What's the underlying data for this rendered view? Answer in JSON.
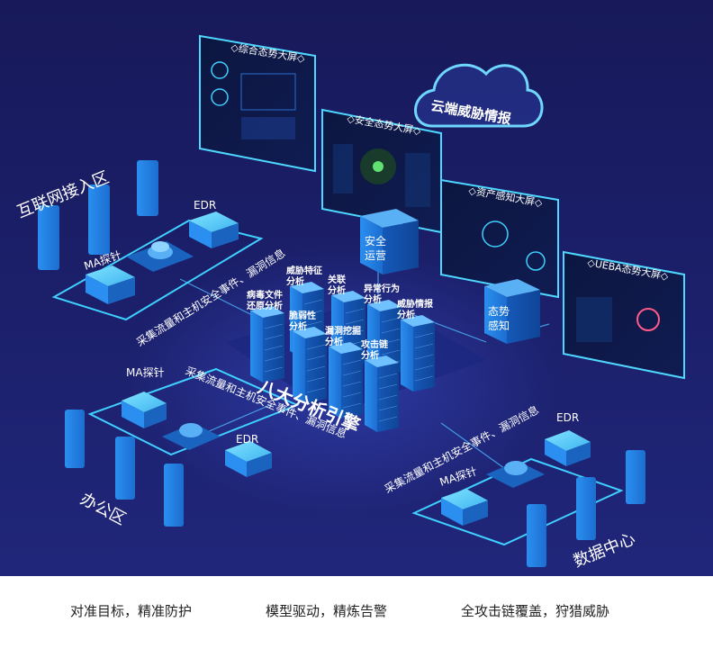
{
  "screens": {
    "comprehensive": "◇综合态势大屏◇",
    "security": "◇安全态势大屏◇",
    "asset": "◇资产感知大屏◇",
    "ueba": "◇UEBA态势大屏◇"
  },
  "cloud": "云端威胁情报",
  "servers": {
    "security_ops": [
      "安全",
      "运营"
    ],
    "situation_aware": [
      "态势",
      "感知"
    ]
  },
  "zones": {
    "internet": "互联网接入区",
    "office": "办公区",
    "datacenter": "数据中心"
  },
  "devices": {
    "ma": "MA探针",
    "edr": "EDR"
  },
  "collect_text": "采集流量和主机安全事件、漏洞信息",
  "engine": {
    "title": "八大分析引擎",
    "modules": [
      [
        "病毒文件",
        "还原分析"
      ],
      [
        "威胁特征",
        "分析"
      ],
      [
        "关联",
        "分析"
      ],
      [
        "异常行为",
        "分析"
      ],
      [
        "威胁情报",
        "分析"
      ],
      [
        "脆弱性",
        "分析"
      ],
      [
        "漏洞挖掘",
        "分析"
      ],
      [
        "攻击链",
        "分析"
      ]
    ]
  },
  "slogans": [
    "对准目标，精准防护",
    "模型驱动，精炼告警",
    "全攻击链覆盖，狩猎威胁"
  ],
  "colors": {
    "background": "#1a1d5e",
    "cyan": "#3fd0ff",
    "server_blue": "#1f7fe0",
    "text_white": "#ffffff"
  }
}
